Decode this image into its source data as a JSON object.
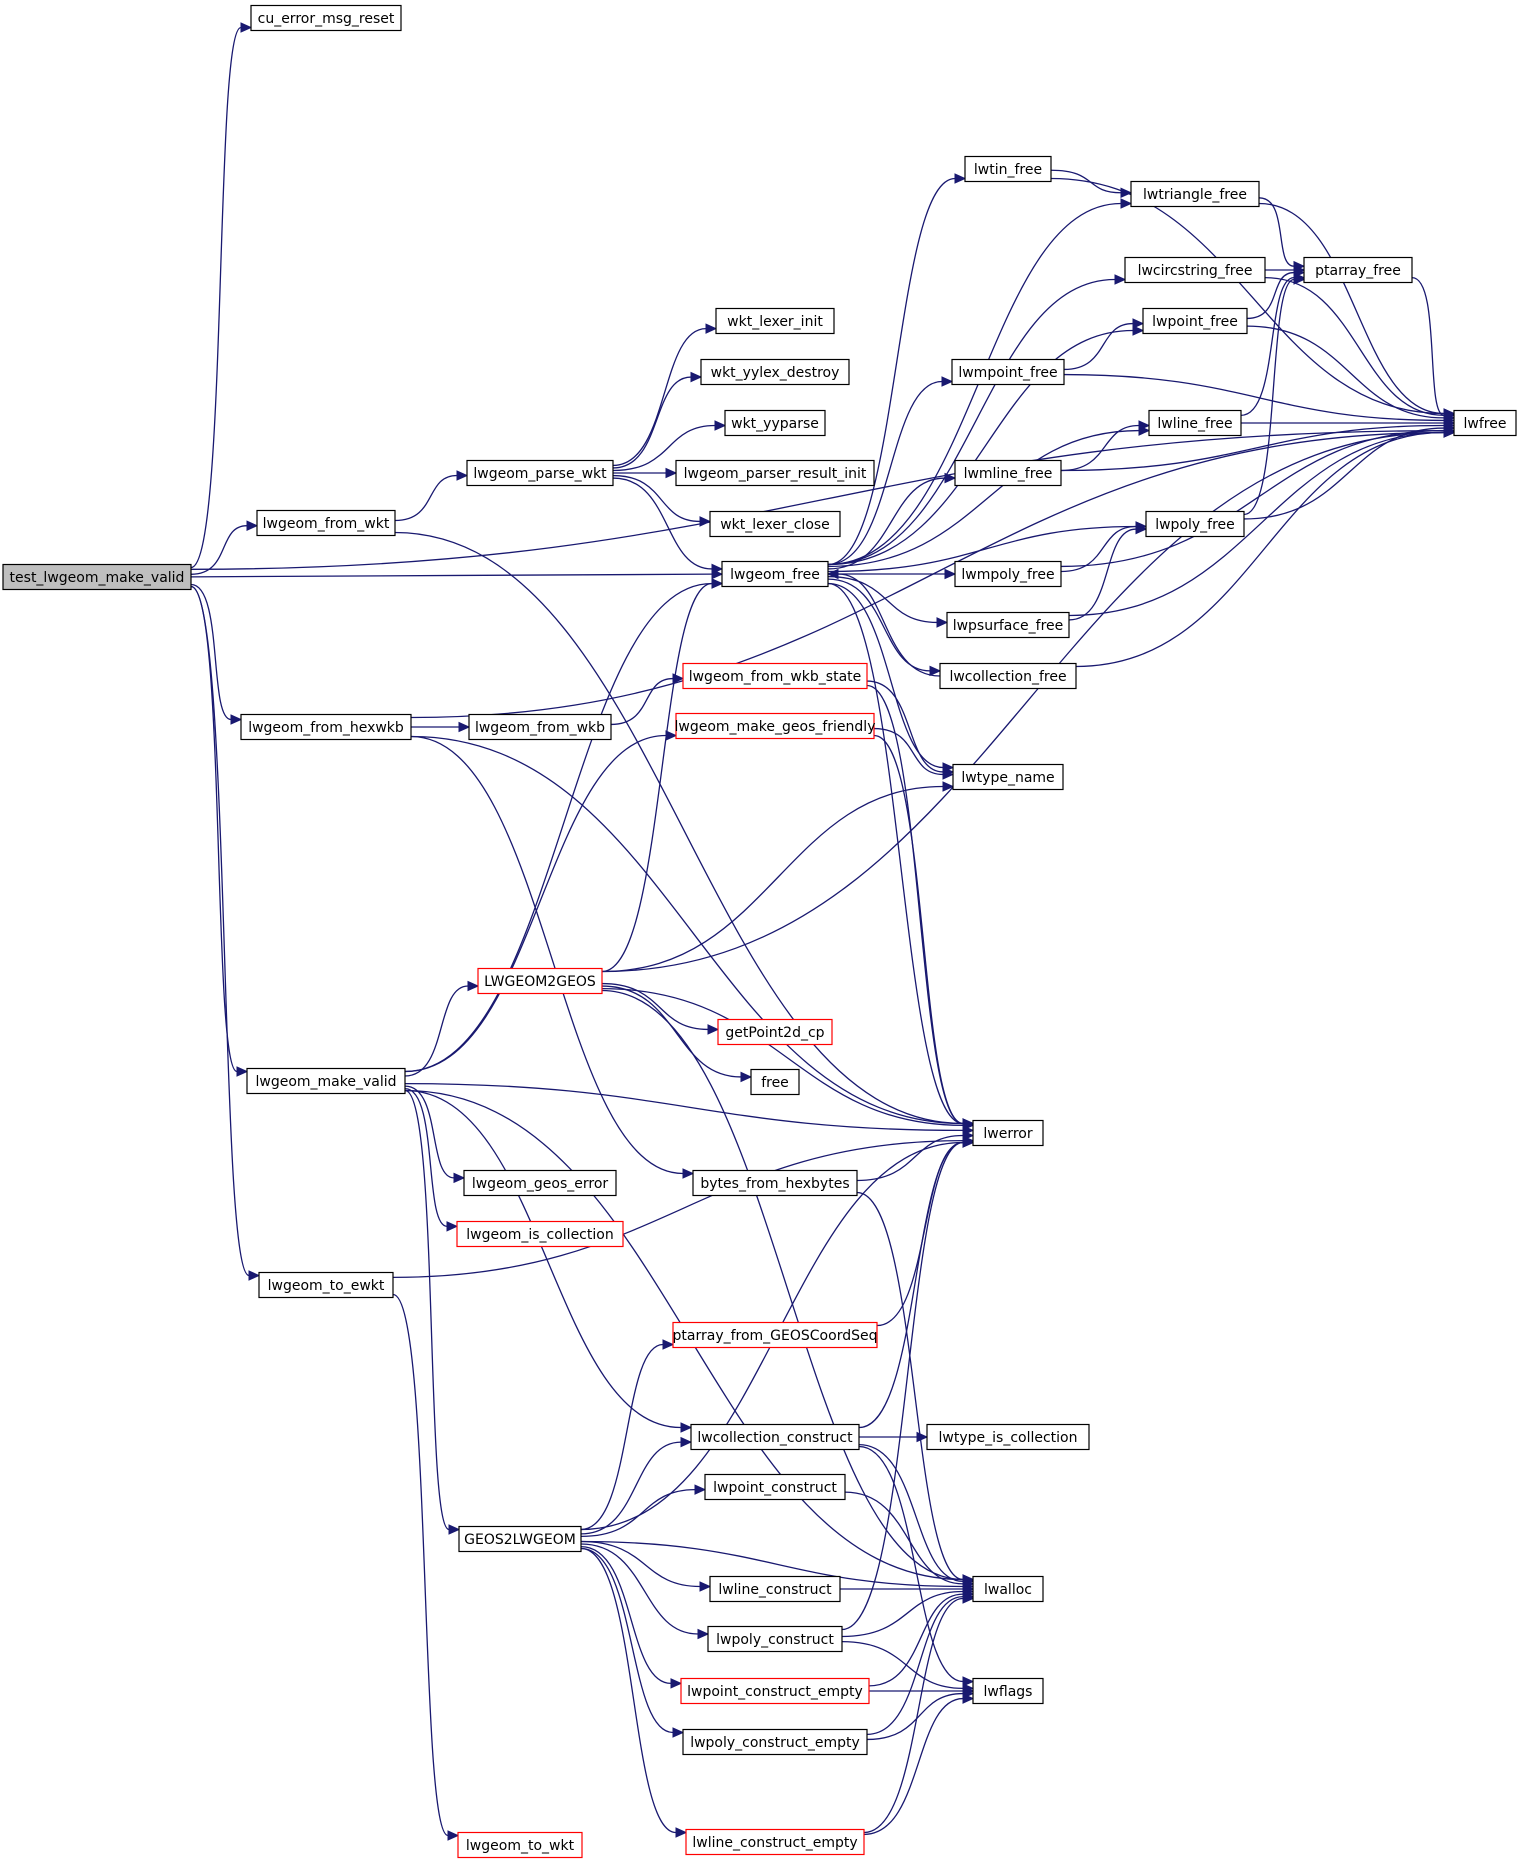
{
  "colors": {
    "edge": "#191970",
    "node_border": "#000000",
    "node_border_incomplete": "#ff0000",
    "node_fill": "#ffffff",
    "root_fill": "#bfbfbf"
  },
  "nodes": [
    {
      "id": "test_lwgeom_make_valid",
      "label": "test_lwgeom_make_valid",
      "root": true
    },
    {
      "id": "cu_error_msg_reset",
      "label": "cu_error_msg_reset"
    },
    {
      "id": "lwgeom_from_wkt",
      "label": "lwgeom_from_wkt"
    },
    {
      "id": "lwgeom_from_hexwkb",
      "label": "lwgeom_from_hexwkb"
    },
    {
      "id": "lwgeom_make_valid",
      "label": "lwgeom_make_valid"
    },
    {
      "id": "lwgeom_to_ewkt",
      "label": "lwgeom_to_ewkt"
    },
    {
      "id": "lwgeom_parse_wkt",
      "label": "lwgeom_parse_wkt"
    },
    {
      "id": "lwgeom_from_wkb",
      "label": "lwgeom_from_wkb"
    },
    {
      "id": "LWGEOM2GEOS",
      "label": "LWGEOM2GEOS",
      "incomplete": true
    },
    {
      "id": "lwgeom_geos_error",
      "label": "lwgeom_geos_error"
    },
    {
      "id": "lwgeom_is_collection",
      "label": "lwgeom_is_collection",
      "incomplete": true
    },
    {
      "id": "GEOS2LWGEOM",
      "label": "GEOS2LWGEOM"
    },
    {
      "id": "lwgeom_to_wkt",
      "label": "lwgeom_to_wkt",
      "incomplete": true
    },
    {
      "id": "wkt_lexer_init",
      "label": "wkt_lexer_init"
    },
    {
      "id": "wkt_yylex_destroy",
      "label": "wkt_yylex_destroy"
    },
    {
      "id": "wkt_yyparse",
      "label": "wkt_yyparse"
    },
    {
      "id": "lwgeom_parser_result_init",
      "label": "lwgeom_parser_result_init"
    },
    {
      "id": "wkt_lexer_close",
      "label": "wkt_lexer_close"
    },
    {
      "id": "lwgeom_free",
      "label": "lwgeom_free"
    },
    {
      "id": "lwgeom_from_wkb_state",
      "label": "lwgeom_from_wkb_state",
      "incomplete": true
    },
    {
      "id": "lwgeom_make_geos_friendly",
      "label": "lwgeom_make_geos_friendly",
      "incomplete": true
    },
    {
      "id": "getPoint2d_cp",
      "label": "getPoint2d_cp",
      "incomplete": true
    },
    {
      "id": "free",
      "label": "free"
    },
    {
      "id": "bytes_from_hexbytes",
      "label": "bytes_from_hexbytes"
    },
    {
      "id": "ptarray_from_GEOSCoordSeq",
      "label": "ptarray_from_GEOSCoordSeq",
      "incomplete": true
    },
    {
      "id": "lwcollection_construct",
      "label": "lwcollection_construct"
    },
    {
      "id": "lwpoint_construct",
      "label": "lwpoint_construct"
    },
    {
      "id": "lwline_construct",
      "label": "lwline_construct"
    },
    {
      "id": "lwpoly_construct",
      "label": "lwpoly_construct"
    },
    {
      "id": "lwpoint_construct_empty",
      "label": "lwpoint_construct_empty",
      "incomplete": true
    },
    {
      "id": "lwpoly_construct_empty",
      "label": "lwpoly_construct_empty"
    },
    {
      "id": "lwline_construct_empty",
      "label": "lwline_construct_empty",
      "incomplete": true
    },
    {
      "id": "lwtin_free",
      "label": "lwtin_free"
    },
    {
      "id": "lwmpoint_free",
      "label": "lwmpoint_free"
    },
    {
      "id": "lwmline_free",
      "label": "lwmline_free"
    },
    {
      "id": "lwmpoly_free",
      "label": "lwmpoly_free"
    },
    {
      "id": "lwpsurface_free",
      "label": "lwpsurface_free"
    },
    {
      "id": "lwcollection_free",
      "label": "lwcollection_free"
    },
    {
      "id": "lwtype_name",
      "label": "lwtype_name"
    },
    {
      "id": "lwerror",
      "label": "lwerror"
    },
    {
      "id": "lwtype_is_collection",
      "label": "lwtype_is_collection"
    },
    {
      "id": "lwalloc",
      "label": "lwalloc"
    },
    {
      "id": "lwflags",
      "label": "lwflags"
    },
    {
      "id": "lwtriangle_free",
      "label": "lwtriangle_free"
    },
    {
      "id": "lwcircstring_free",
      "label": "lwcircstring_free"
    },
    {
      "id": "lwpoint_free",
      "label": "lwpoint_free"
    },
    {
      "id": "lwline_free",
      "label": "lwline_free"
    },
    {
      "id": "lwpoly_free",
      "label": "lwpoly_free"
    },
    {
      "id": "ptarray_free",
      "label": "ptarray_free"
    },
    {
      "id": "lwfree",
      "label": "lwfree"
    }
  ],
  "edges": [
    [
      "test_lwgeom_make_valid",
      "cu_error_msg_reset"
    ],
    [
      "test_lwgeom_make_valid",
      "lwfree"
    ],
    [
      "test_lwgeom_make_valid",
      "lwgeom_from_wkt"
    ],
    [
      "test_lwgeom_make_valid",
      "lwgeom_free"
    ],
    [
      "test_lwgeom_make_valid",
      "lwgeom_from_hexwkb"
    ],
    [
      "test_lwgeom_make_valid",
      "lwgeom_make_valid"
    ],
    [
      "test_lwgeom_make_valid",
      "lwgeom_to_ewkt"
    ],
    [
      "lwgeom_from_wkt",
      "lwgeom_parse_wkt"
    ],
    [
      "lwgeom_from_wkt",
      "lwerror"
    ],
    [
      "lwgeom_parse_wkt",
      "wkt_lexer_init"
    ],
    [
      "lwgeom_parse_wkt",
      "wkt_yylex_destroy"
    ],
    [
      "lwgeom_parse_wkt",
      "wkt_yyparse"
    ],
    [
      "lwgeom_parse_wkt",
      "lwgeom_parser_result_init"
    ],
    [
      "lwgeom_parse_wkt",
      "wkt_lexer_close"
    ],
    [
      "lwgeom_parse_wkt",
      "lwgeom_free"
    ],
    [
      "lwgeom_from_hexwkb",
      "lwgeom_from_wkb"
    ],
    [
      "lwgeom_from_hexwkb",
      "lwfree"
    ],
    [
      "lwgeom_from_hexwkb",
      "bytes_from_hexbytes"
    ],
    [
      "lwgeom_from_hexwkb",
      "lwerror"
    ],
    [
      "lwgeom_from_wkb",
      "lwgeom_from_wkb_state"
    ],
    [
      "lwgeom_from_wkb_state",
      "lwtype_name"
    ],
    [
      "lwgeom_from_wkb_state",
      "lwerror"
    ],
    [
      "lwgeom_make_valid",
      "lwgeom_free"
    ],
    [
      "lwgeom_make_valid",
      "lwgeom_make_geos_friendly"
    ],
    [
      "lwgeom_make_valid",
      "LWGEOM2GEOS"
    ],
    [
      "lwgeom_make_valid",
      "lwerror"
    ],
    [
      "lwgeom_make_valid",
      "lwgeom_geos_error"
    ],
    [
      "lwgeom_make_valid",
      "lwgeom_is_collection"
    ],
    [
      "lwgeom_make_valid",
      "GEOS2LWGEOM"
    ],
    [
      "lwgeom_make_valid",
      "lwcollection_construct"
    ],
    [
      "lwgeom_make_valid",
      "lwalloc"
    ],
    [
      "lwgeom_make_geos_friendly",
      "lwtype_name"
    ],
    [
      "lwgeom_make_geos_friendly",
      "lwerror"
    ],
    [
      "LWGEOM2GEOS",
      "lwgeom_free"
    ],
    [
      "LWGEOM2GEOS",
      "lwtype_name"
    ],
    [
      "LWGEOM2GEOS",
      "lwfree"
    ],
    [
      "LWGEOM2GEOS",
      "lwerror"
    ],
    [
      "LWGEOM2GEOS",
      "getPoint2d_cp"
    ],
    [
      "LWGEOM2GEOS",
      "free"
    ],
    [
      "LWGEOM2GEOS",
      "lwalloc"
    ],
    [
      "bytes_from_hexbytes",
      "lwerror"
    ],
    [
      "bytes_from_hexbytes",
      "lwalloc"
    ],
    [
      "lwgeom_to_ewkt",
      "lwerror"
    ],
    [
      "lwgeom_to_ewkt",
      "lwgeom_to_wkt"
    ],
    [
      "GEOS2LWGEOM",
      "lwerror"
    ],
    [
      "GEOS2LWGEOM",
      "ptarray_from_GEOSCoordSeq"
    ],
    [
      "GEOS2LWGEOM",
      "lwcollection_construct"
    ],
    [
      "GEOS2LWGEOM",
      "lwpoint_construct"
    ],
    [
      "GEOS2LWGEOM",
      "lwalloc"
    ],
    [
      "GEOS2LWGEOM",
      "lwline_construct"
    ],
    [
      "GEOS2LWGEOM",
      "lwpoly_construct"
    ],
    [
      "GEOS2LWGEOM",
      "lwpoint_construct_empty"
    ],
    [
      "GEOS2LWGEOM",
      "lwpoly_construct_empty"
    ],
    [
      "GEOS2LWGEOM",
      "lwline_construct_empty"
    ],
    [
      "ptarray_from_GEOSCoordSeq",
      "lwerror"
    ],
    [
      "lwcollection_construct",
      "lwerror"
    ],
    [
      "lwcollection_construct",
      "lwtype_is_collection"
    ],
    [
      "lwcollection_construct",
      "lwalloc"
    ],
    [
      "lwcollection_construct",
      "lwflags"
    ],
    [
      "lwpoint_construct",
      "lwalloc"
    ],
    [
      "lwline_construct",
      "lwalloc"
    ],
    [
      "lwpoly_construct",
      "lwerror"
    ],
    [
      "lwpoly_construct",
      "lwalloc"
    ],
    [
      "lwpoly_construct",
      "lwflags"
    ],
    [
      "lwpoint_construct_empty",
      "lwalloc"
    ],
    [
      "lwpoint_construct_empty",
      "lwflags"
    ],
    [
      "lwpoly_construct_empty",
      "lwalloc"
    ],
    [
      "lwpoly_construct_empty",
      "lwflags"
    ],
    [
      "lwline_construct_empty",
      "lwalloc"
    ],
    [
      "lwline_construct_empty",
      "lwflags"
    ],
    [
      "lwgeom_free",
      "lwtin_free"
    ],
    [
      "lwgeom_free",
      "lwtriangle_free"
    ],
    [
      "lwgeom_free",
      "lwcircstring_free"
    ],
    [
      "lwgeom_free",
      "lwpoint_free"
    ],
    [
      "lwgeom_free",
      "lwmpoint_free"
    ],
    [
      "lwgeom_free",
      "lwline_free"
    ],
    [
      "lwgeom_free",
      "lwmline_free"
    ],
    [
      "lwgeom_free",
      "lwpoly_free"
    ],
    [
      "lwgeom_free",
      "lwmpoly_free"
    ],
    [
      "lwgeom_free",
      "lwpsurface_free"
    ],
    [
      "lwgeom_free",
      "lwcollection_free"
    ],
    [
      "lwgeom_free",
      "lwtype_name"
    ],
    [
      "lwgeom_free",
      "lwerror"
    ],
    [
      "lwtin_free",
      "lwtriangle_free"
    ],
    [
      "lwtin_free",
      "lwfree"
    ],
    [
      "lwtriangle_free",
      "ptarray_free"
    ],
    [
      "lwtriangle_free",
      "lwfree"
    ],
    [
      "lwcircstring_free",
      "ptarray_free"
    ],
    [
      "lwcircstring_free",
      "lwfree"
    ],
    [
      "lwpoint_free",
      "ptarray_free"
    ],
    [
      "lwpoint_free",
      "lwfree"
    ],
    [
      "lwmpoint_free",
      "lwpoint_free"
    ],
    [
      "lwmpoint_free",
      "lwfree"
    ],
    [
      "lwline_free",
      "ptarray_free"
    ],
    [
      "lwline_free",
      "lwfree"
    ],
    [
      "lwmline_free",
      "lwline_free"
    ],
    [
      "lwmline_free",
      "lwfree"
    ],
    [
      "lwpoly_free",
      "ptarray_free"
    ],
    [
      "lwpoly_free",
      "lwfree"
    ],
    [
      "lwmpoly_free",
      "lwpoly_free"
    ],
    [
      "lwmpoly_free",
      "lwfree"
    ],
    [
      "lwpsurface_free",
      "lwpoly_free"
    ],
    [
      "lwpsurface_free",
      "lwfree"
    ],
    [
      "lwcollection_free",
      "lwgeom_free"
    ],
    [
      "lwcollection_free",
      "lwfree"
    ],
    [
      "ptarray_free",
      "lwfree"
    ]
  ]
}
